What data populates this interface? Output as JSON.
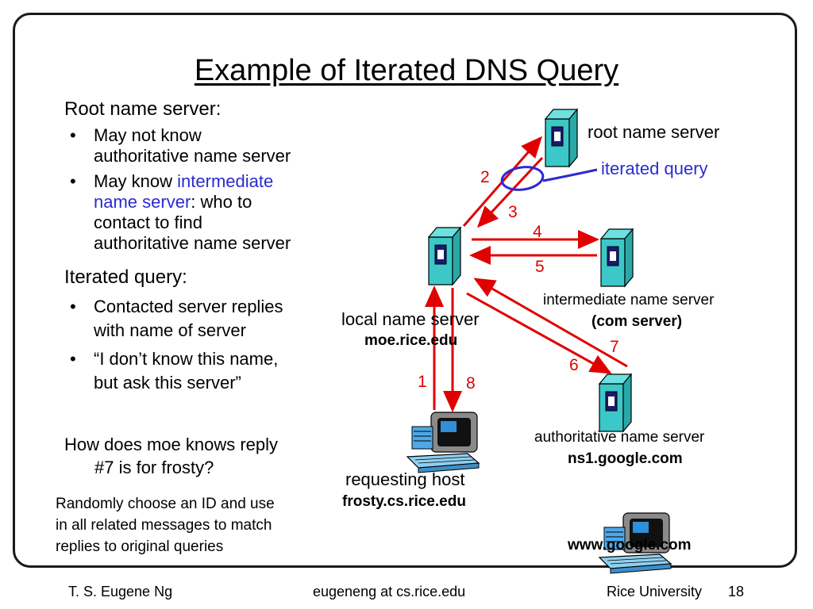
{
  "slide": {
    "title": "Example of Iterated DNS Query",
    "root_heading": "Root name server:",
    "root_bullets": [
      {
        "line1": "May not know",
        "line2": "authoritative name server"
      },
      {
        "pre": "May know ",
        "highlight1": "intermediate",
        "highlight2": "name server",
        "post": ": who to",
        "line3": "contact to find",
        "line4": "authoritative name server"
      }
    ],
    "iter_heading": "Iterated query:",
    "iter_bullets": [
      {
        "line1": "Contacted server replies",
        "line2": "with name of server"
      },
      {
        "line1": "“I don’t know this name,",
        "line2": "but ask this server”"
      }
    ],
    "question_line1": "How does moe knows reply",
    "question_line2": "#7 is for frosty?",
    "answer_lines": [
      "Randomly choose an ID and use",
      "in all related messages to match",
      "replies to original queries"
    ]
  },
  "diagram": {
    "root_label": "root name server",
    "iterated_label": "iterated query",
    "intermediate_label": "intermediate name server",
    "intermediate_sub": "(com server)",
    "local_label": "local name server",
    "local_host": "moe.rice.edu",
    "auth_label": "authoritative name server",
    "auth_host": "ns1.google.com",
    "requesting_label": "requesting host",
    "requesting_host": "frosty.cs.rice.edu",
    "www_label": "www.google.com",
    "steps": [
      "1",
      "2",
      "3",
      "4",
      "5",
      "6",
      "7",
      "8"
    ],
    "colors": {
      "arrow": "#e00000",
      "highlight": "#2b2bd0",
      "server": "#3cc8c8"
    }
  },
  "footer": {
    "author": "T. S. Eugene Ng",
    "email": "eugeneng at cs.rice.edu",
    "org": "Rice University",
    "page": "18"
  }
}
